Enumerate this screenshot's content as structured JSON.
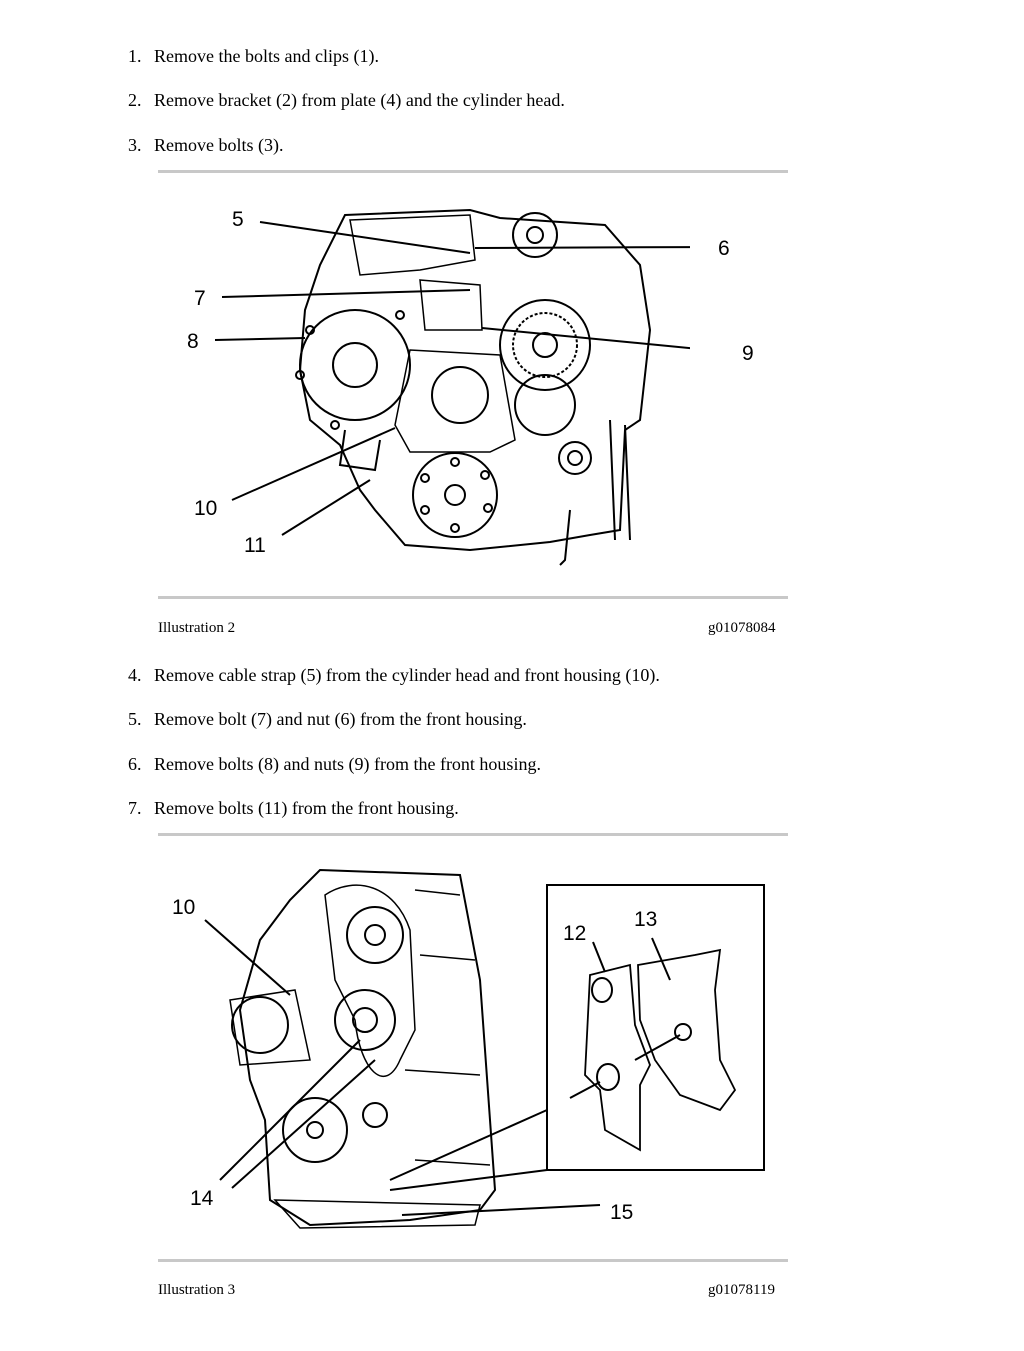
{
  "steps_top": [
    {
      "num": "1.",
      "text": "Remove the bolts and clips (1)."
    },
    {
      "num": "2.",
      "text": "Remove bracket (2) from plate (4) and the cylinder head."
    },
    {
      "num": "3.",
      "text": "Remove bolts (3)."
    }
  ],
  "illustration2": {
    "caption": "Illustration 2",
    "code": "g01078084",
    "callouts": [
      "5",
      "6",
      "7",
      "8",
      "9",
      "10",
      "11"
    ]
  },
  "steps_middle": [
    {
      "num": "4.",
      "text": "Remove cable strap (5) from the cylinder head and front housing (10)."
    },
    {
      "num": "5.",
      "text": "Remove bolt (7) and nut (6) from the front housing."
    },
    {
      "num": "6.",
      "text": "Remove bolts (8) and nuts (9) from the front housing."
    },
    {
      "num": "7.",
      "text": "Remove bolts (11) from the front housing."
    }
  ],
  "illustration3": {
    "caption": "Illustration 3",
    "code": "g01078119",
    "callouts": [
      "10",
      "12",
      "13",
      "14",
      "15"
    ]
  }
}
